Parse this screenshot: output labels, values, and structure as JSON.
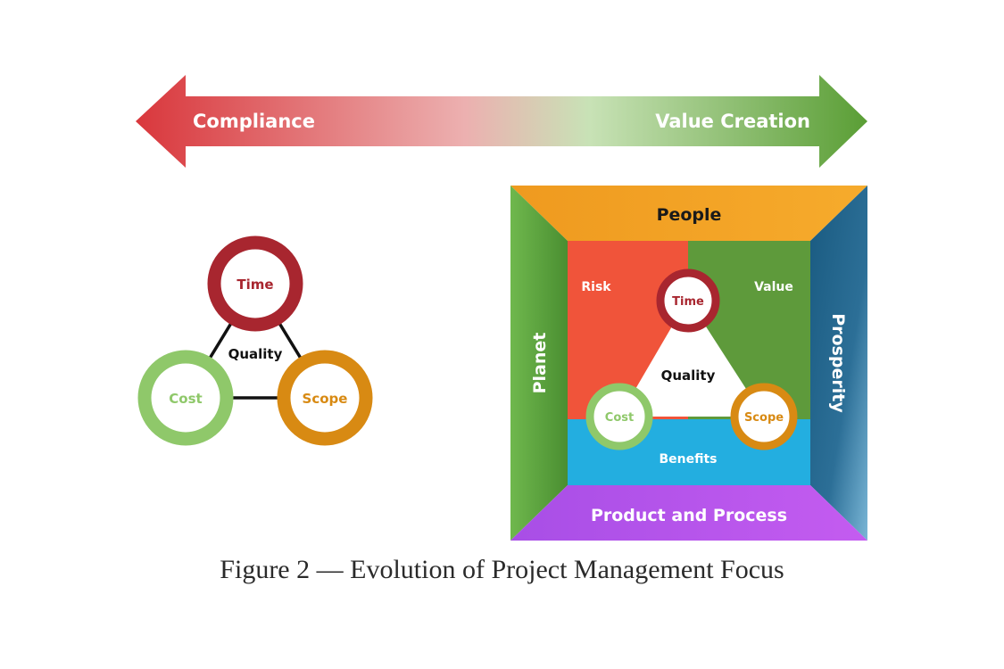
{
  "arrow": {
    "left_label": "Compliance",
    "right_label": "Value Creation"
  },
  "triangle": {
    "center_label": "Quality",
    "nodes": [
      {
        "label": "Time",
        "color": "#a8262f"
      },
      {
        "label": "Cost",
        "color": "#8fc86a"
      },
      {
        "label": "Scope",
        "color": "#d88a13"
      }
    ]
  },
  "frame": {
    "top": "People",
    "left": "Planet",
    "right": "Prosperity",
    "bottom": "Product and Process",
    "inner": {
      "top_left": "Risk",
      "top_right": "Value",
      "bottom": "Benefits"
    },
    "triangle": {
      "center_label": "Quality",
      "nodes": [
        {
          "label": "Time"
        },
        {
          "label": "Cost"
        },
        {
          "label": "Scope"
        }
      ]
    }
  },
  "colors": {
    "red": "#d63b3b",
    "green": "#58a33a",
    "orange": "#f2a02a",
    "blue": "#1f5f86",
    "purple": "#b54fe6",
    "risk": "#f0543a",
    "value": "#5e9a3b",
    "benefits": "#23aee0"
  },
  "caption": "Figure 2 — Evolution of Project Management Focus"
}
